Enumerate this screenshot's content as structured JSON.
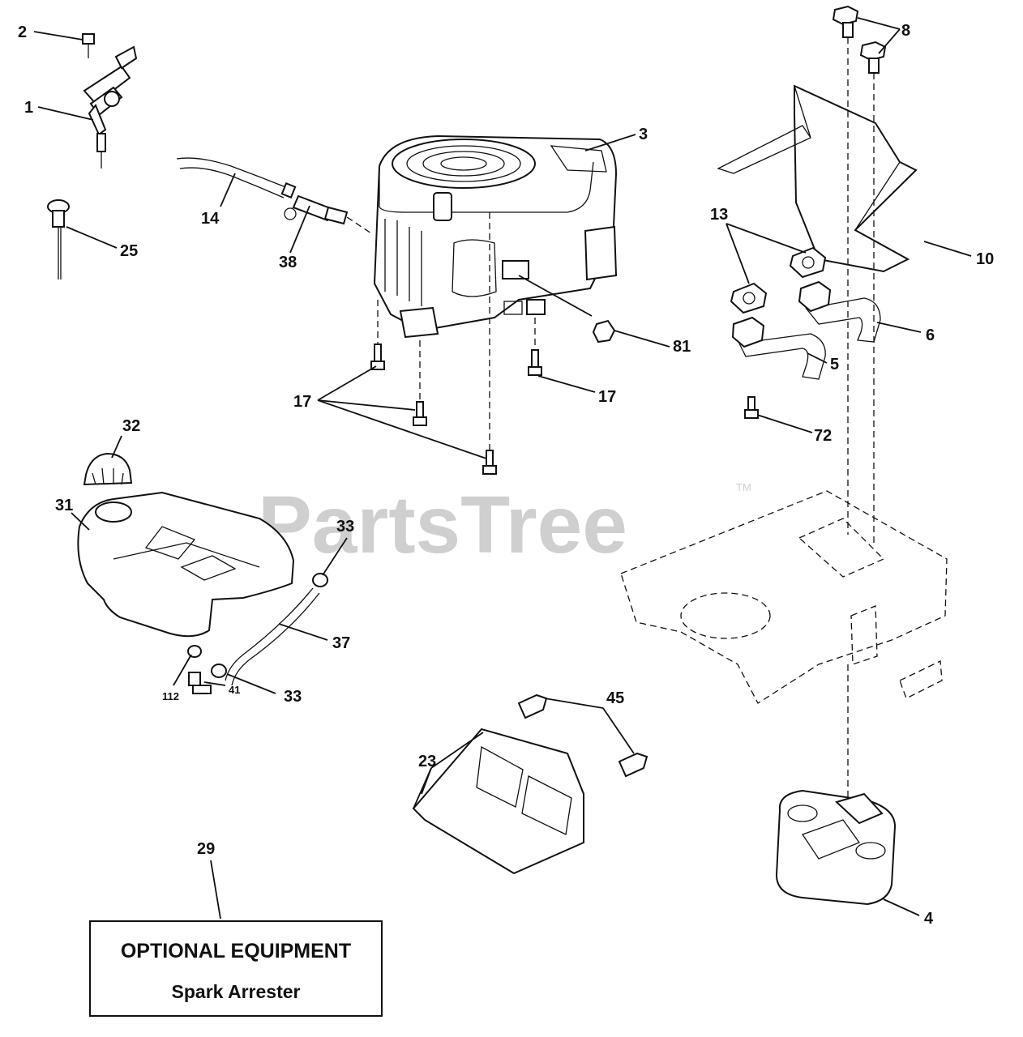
{
  "watermark": {
    "text": "PartsTree",
    "tm": "TM"
  },
  "callouts": {
    "c1": "1",
    "c2": "2",
    "c3": "3",
    "c4": "4",
    "c5": "5",
    "c6": "6",
    "c8": "8",
    "c10": "10",
    "c13": "13",
    "c14": "14",
    "c17a": "17",
    "c17b": "17",
    "c23": "23",
    "c25": "25",
    "c29": "29",
    "c31": "31",
    "c32": "32",
    "c33a": "33",
    "c33b": "33",
    "c37": "37",
    "c38": "38",
    "c41": "41",
    "c45": "45",
    "c72": "72",
    "c81": "81",
    "c112": "112"
  },
  "optional_box": {
    "title": "OPTIONAL EQUIPMENT",
    "subtitle": "Spark Arrester"
  }
}
